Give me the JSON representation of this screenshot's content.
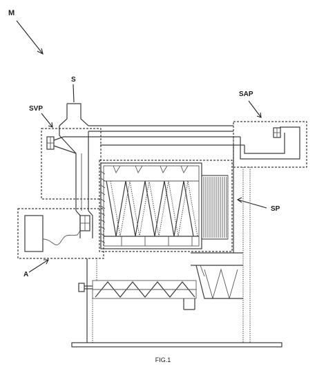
{
  "figure": {
    "caption": "FIG.1",
    "labels": {
      "machine": "M",
      "supply": "S",
      "svp": "SVP",
      "sap": "SAP",
      "sp": "SP",
      "a": "A"
    }
  },
  "colors": {
    "ink": "#3a3a3a",
    "background": "#ffffff"
  }
}
